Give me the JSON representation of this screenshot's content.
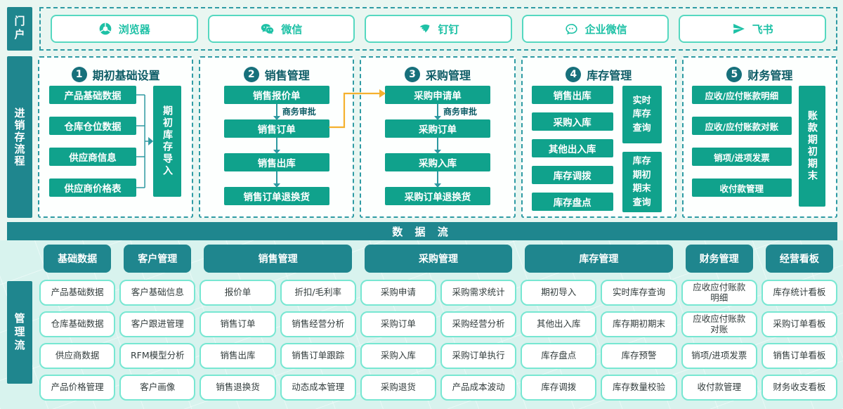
{
  "colors": {
    "dark_teal": "#1f868e",
    "flow_green": "#10a28c",
    "portal_teal": "#1ec1a6",
    "dashed_border": "#2f9ba4",
    "yellow_connector": "#f5b12e",
    "cell_border": "#77e7d2",
    "bottom_bg": "#d8f3ee"
  },
  "portal": {
    "label": "门户",
    "items": [
      {
        "label": "浏览器",
        "icon": "browser-icon"
      },
      {
        "label": "微信",
        "icon": "wechat-icon"
      },
      {
        "label": "钉钉",
        "icon": "dingtalk-icon"
      },
      {
        "label": "企业微信",
        "icon": "wecom-icon"
      },
      {
        "label": "飞书",
        "icon": "feishu-icon"
      }
    ]
  },
  "flow": {
    "label": "进销存流程",
    "sections": [
      {
        "num": "1",
        "title": "期初基础设置",
        "boxes": [
          "产品基础数据",
          "仓库仓位数据",
          "供应商信息",
          "供应商价格表"
        ],
        "side_box": "期初库存导入"
      },
      {
        "num": "2",
        "title": "销售管理",
        "steps": [
          "销售报价单",
          "销售订单",
          "销售出库",
          "销售订单退换货"
        ],
        "approval_label": "商务审批"
      },
      {
        "num": "3",
        "title": "采购管理",
        "steps": [
          "采购申请单",
          "采购订单",
          "采购入库",
          "采购订单退换货"
        ],
        "approval_label": "商务审批"
      },
      {
        "num": "4",
        "title": "库存管理",
        "boxes": [
          "销售出库",
          "采购入库",
          "其他出入库",
          "库存调拨",
          "库存盘点"
        ],
        "side_box_top": "实时\n库存\n查询",
        "side_box_bottom": "库存\n期初\n期末\n查询"
      },
      {
        "num": "5",
        "title": "财务管理",
        "boxes": [
          "应收/应付账款明细",
          "应收/应付账款对账",
          "销项/进项发票",
          "收付款管理"
        ],
        "side_box": "账款期初期末"
      }
    ]
  },
  "data_flow_bar": {
    "label": "数 据 流"
  },
  "management": {
    "label": "管理流",
    "group_headers": [
      {
        "title": "基础数据",
        "span": 1
      },
      {
        "title": "客户管理",
        "span": 1
      },
      {
        "title": "销售管理",
        "span": 2
      },
      {
        "title": "采购管理",
        "span": 2
      },
      {
        "title": "库存管理",
        "span": 2
      },
      {
        "title": "财务管理",
        "span": 1
      },
      {
        "title": "经营看板",
        "span": 1
      }
    ],
    "columns": [
      [
        "产品基础数据",
        "仓库基础数据",
        "供应商数据",
        "产品价格管理"
      ],
      [
        "客户基础信息",
        "客户跟进管理",
        "RFM模型分析",
        "客户画像"
      ],
      [
        "报价单",
        "销售订单",
        "销售出库",
        "销售退换货"
      ],
      [
        "折扣/毛利率",
        "销售经营分析",
        "销售订单跟踪",
        "动态成本管理"
      ],
      [
        "采购申请",
        "采购订单",
        "采购入库",
        "采购退货"
      ],
      [
        "采购需求统计",
        "采购经营分析",
        "采购订单执行",
        "产品成本波动"
      ],
      [
        "期初导入",
        "其他出入库",
        "库存盘点",
        "库存调拨"
      ],
      [
        "实时库存查询",
        "库存期初期末",
        "库存预警",
        "库存数量校验"
      ],
      [
        "应收应付账款\n明细",
        "应收应付账款\n对账",
        "销项/进项发票",
        "收付款管理"
      ],
      [
        "库存统计看板",
        "采购订单看板",
        "销售订单看板",
        "财务收支看板"
      ]
    ]
  }
}
